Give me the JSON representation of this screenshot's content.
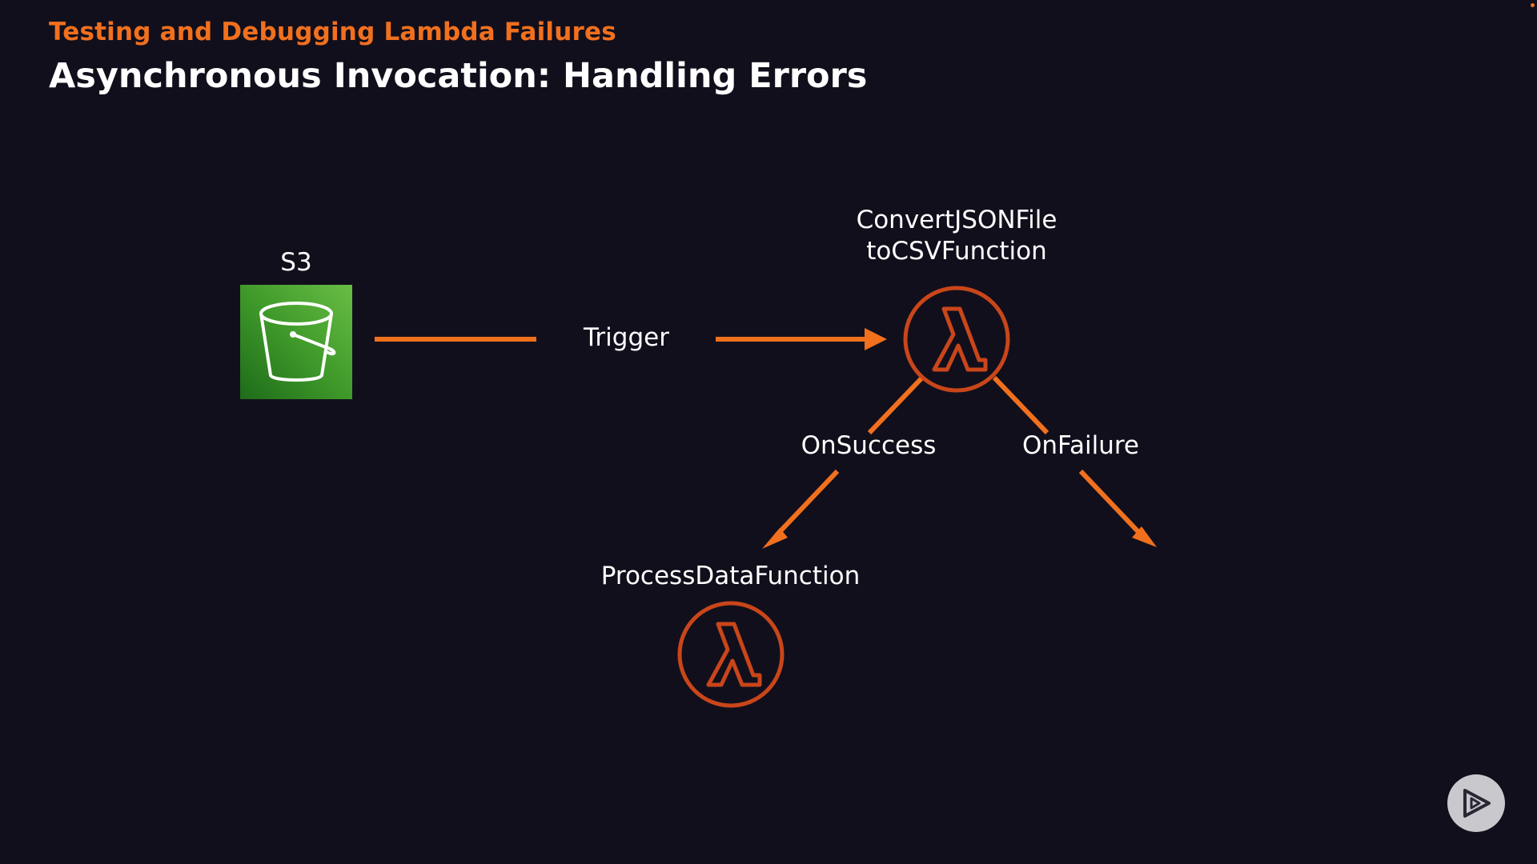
{
  "header": {
    "kicker": "Testing and Debugging Lambda Failures",
    "title": "Asynchronous Invocation: Handling Errors"
  },
  "nodes": {
    "s3": {
      "label": "S3",
      "icon": "s3-bucket-icon"
    },
    "convert_function": {
      "label_line1": "ConvertJSONFile",
      "label_line2": "toCSVFunction",
      "icon": "lambda-icon"
    },
    "process_function": {
      "label": "ProcessDataFunction",
      "icon": "lambda-icon"
    }
  },
  "edges": {
    "trigger": "Trigger",
    "on_success": "OnSuccess",
    "on_failure": "OnFailure"
  },
  "colors": {
    "background": "#120f1c",
    "accent": "#f1701e",
    "lambda_stroke": "#c9461a",
    "s3_green": "#3f9a2a"
  },
  "player": {
    "icon": "play-icon"
  }
}
